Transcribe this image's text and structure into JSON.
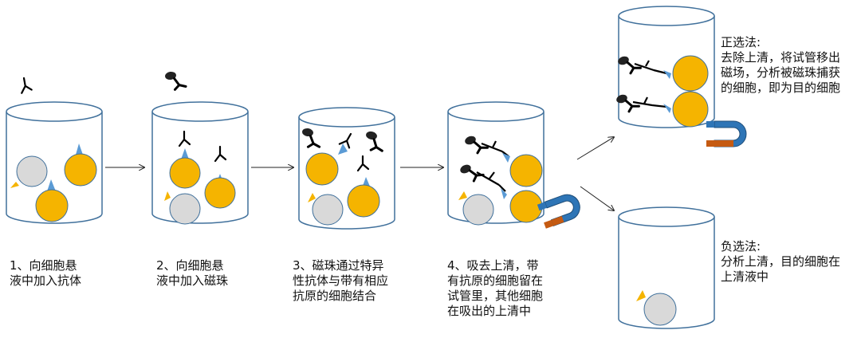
{
  "steps": [
    {
      "caption": "1、向细胞悬\n液中加入抗体"
    },
    {
      "caption": "2、向细胞悬\n液中加入磁珠"
    },
    {
      "caption": "3、磁珠通过特异\n性抗体与带有相应\n抗原的细胞结合"
    },
    {
      "caption": "4、吸去上清，带\n有抗原的细胞留在\n试管里，其他细胞\n在吸出的上清中"
    }
  ],
  "outcomes": {
    "positive": {
      "caption": "正选法:\n去除上清，将试管移出\n磁场，分析被磁珠捕获\n的细胞，即为目的细胞"
    },
    "negative": {
      "caption": "负选法:\n分析上清，目的细胞在\n上清液中"
    }
  },
  "colors": {
    "cell_target": "#f5b400",
    "cell_other": "#d9d9d9",
    "antigen": "#5b9bd5",
    "antigen_other": "#f5b400",
    "antibody": "#000000",
    "bead": "#111111",
    "magnet_blue": "#2e75b6",
    "magnet_orange": "#c55a11",
    "tube_outline": "#41719c"
  }
}
